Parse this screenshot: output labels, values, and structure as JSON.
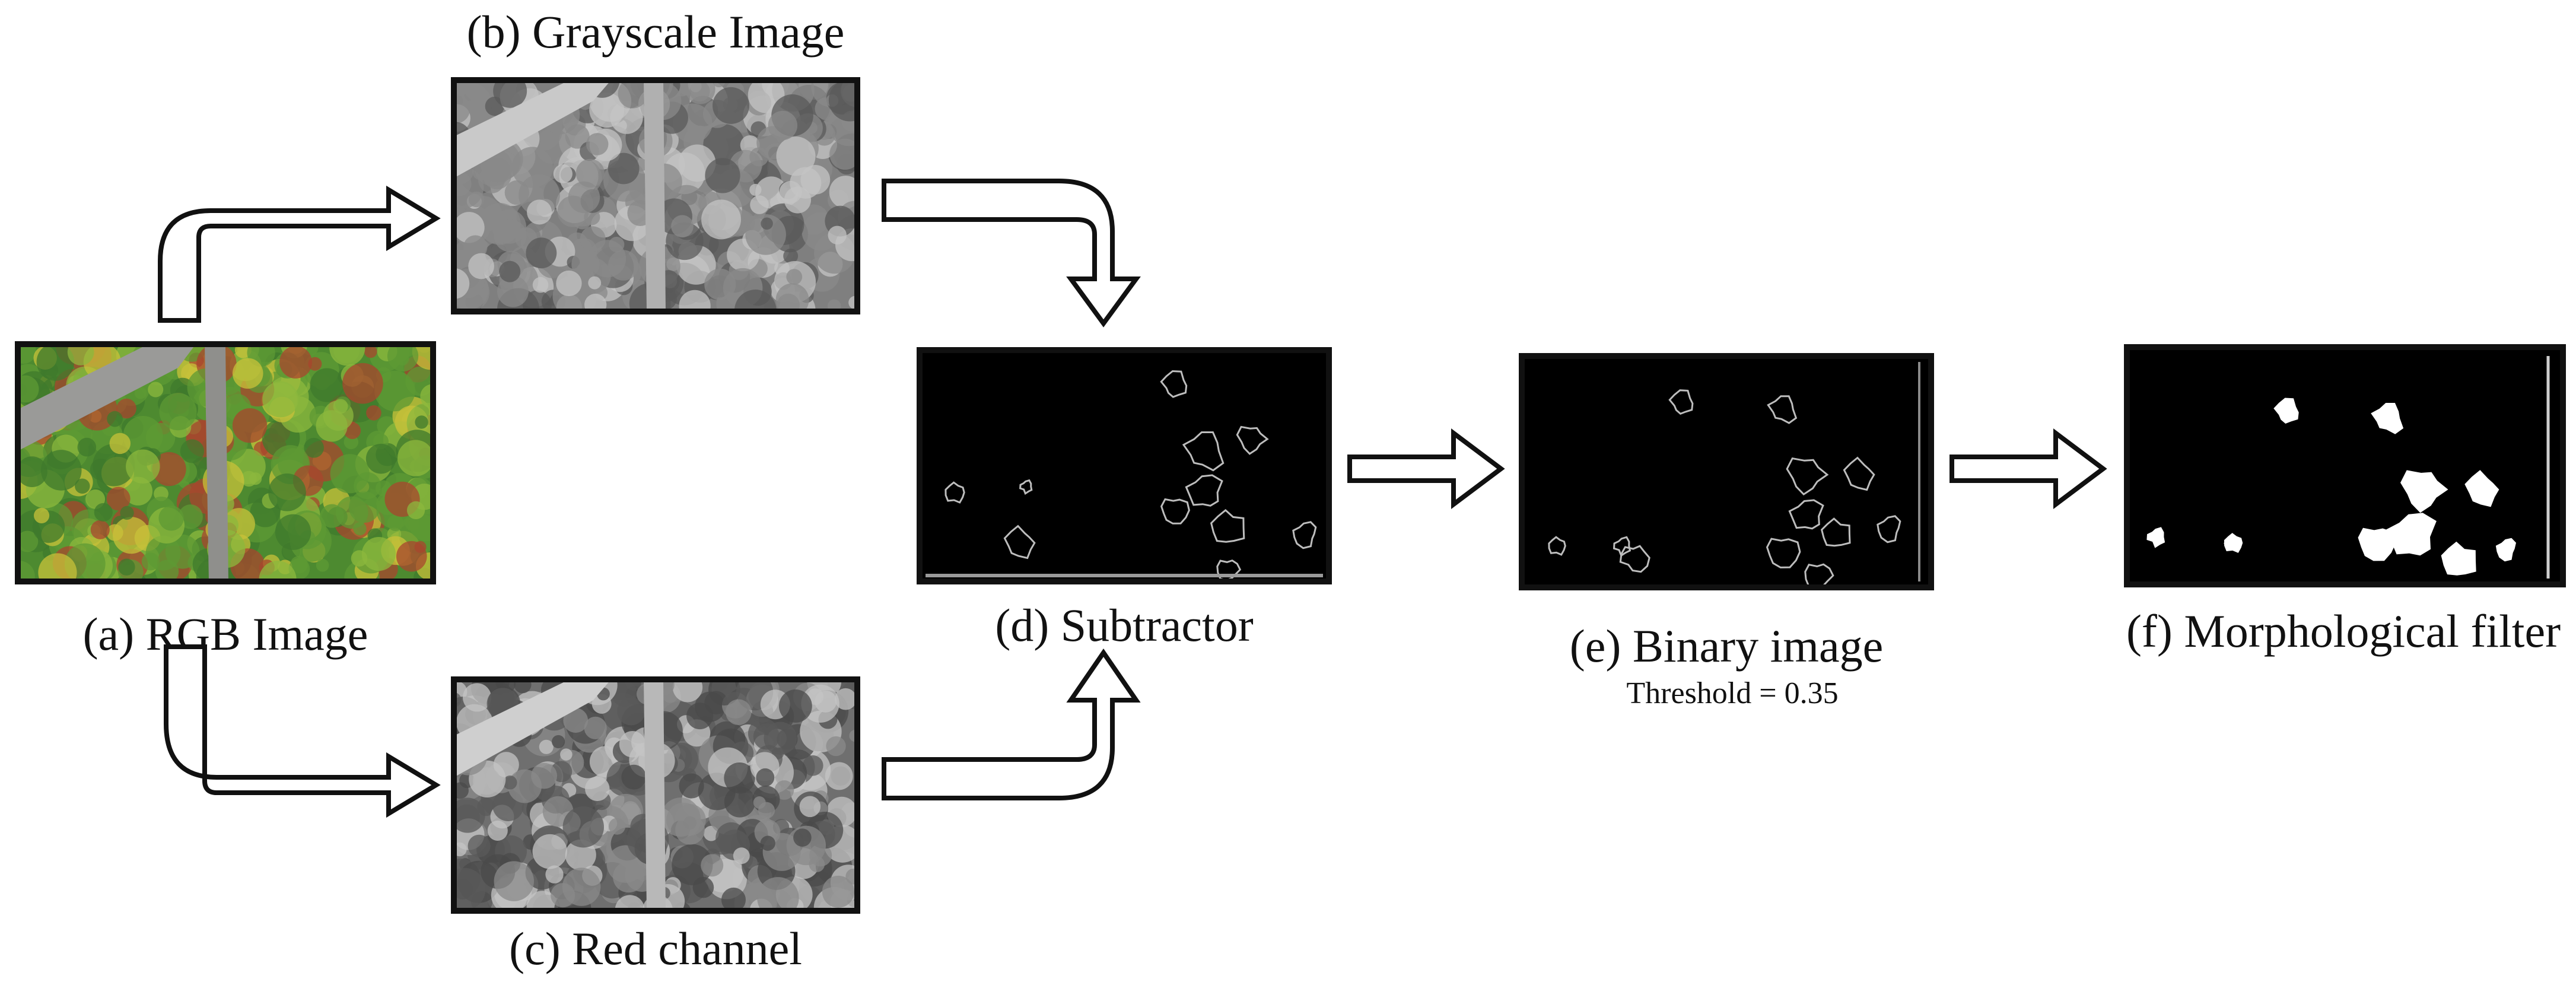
{
  "captions": {
    "rgb": "(a) RGB Image",
    "grayscale": "(b) Grayscale Image",
    "red": "(c) Red channel",
    "subtractor": "(d) Subtractor",
    "binary": "(e) Binary image",
    "threshold": "Threshold = 0.35",
    "morph": "(f) Morphological filter"
  },
  "colors": {
    "foliage_dark": "#3f7a2c",
    "foliage_mid": "#5e9a34",
    "foliage_light": "#8cb83e",
    "foliage_yellow": "#c8c23a",
    "foliage_red": "#a8452e",
    "road": "#9a9a98",
    "gray_dark": "#5a5a5a",
    "gray_mid": "#8a8a8a",
    "gray_light": "#c4c4c4",
    "black": "#000000",
    "white": "#ffffff"
  },
  "icons": [
    "curved-arrow-up-right",
    "curved-arrow-down-right",
    "straight-arrow-right"
  ]
}
